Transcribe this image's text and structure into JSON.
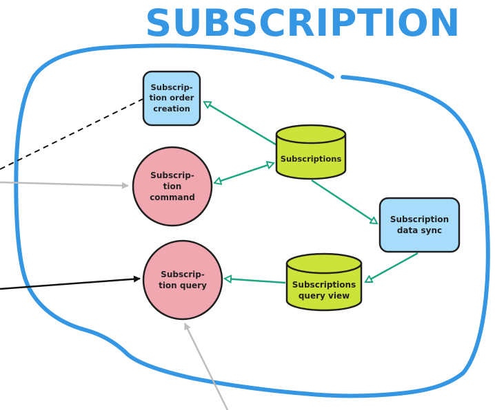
{
  "title": "SUBSCRIPTION",
  "colors": {
    "title": "#3597e4",
    "boundary": "#3597e4",
    "service_box_fill": "#a8dcfb",
    "circle_fill": "#f1a7b0",
    "database_fill": "#cde33a",
    "event_arrow": "#1aa681",
    "gray_arrow": "#bdbdbd",
    "black_arrow": "#111111",
    "outline": "#1f1f1f"
  },
  "nodes": {
    "order_creation": {
      "label": "Subscrip-\ntion order\ncreation",
      "shape": "rounded-box"
    },
    "command": {
      "label": "Subscrip-\ntion\ncommand",
      "shape": "circle"
    },
    "query": {
      "label": "Subscrip-\ntion query",
      "shape": "circle"
    },
    "subscriptions_db": {
      "label": "Subscriptions",
      "shape": "database"
    },
    "data_sync": {
      "label": "Subscription\ndata sync",
      "shape": "rounded-box"
    },
    "query_view_db": {
      "label": "Subscriptions\nquery view",
      "shape": "database"
    }
  }
}
